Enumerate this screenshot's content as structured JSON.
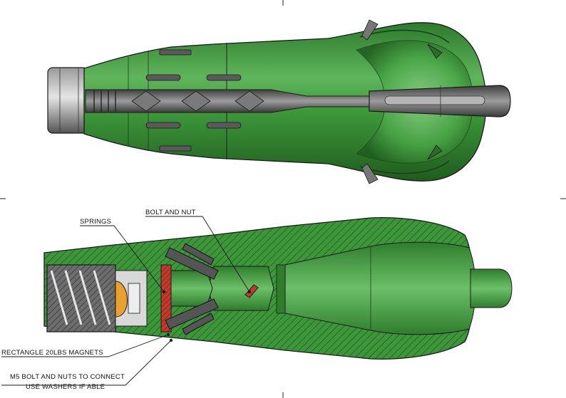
{
  "drawing": {
    "annotations": {
      "springs": "SPRINGS",
      "bolt_and_nut": "BOLT AND NUT",
      "magnets": "RECTANGLE 20LBS MAGNETS",
      "m5_line1": "M5 BOLT AND NUTS TO CONNECT",
      "m5_line2": "USE WASHERS IF ABLE"
    },
    "colors": {
      "body_green": "#3f9a3c",
      "body_green_dark": "#1f5c1e",
      "body_green_light": "#7cc47a",
      "steel": "#6c6c6c",
      "steel_light": "#bdbdbd",
      "section_red": "#c23a2c",
      "magnet_orange": "#e8a12e",
      "outline": "#1a1a1a"
    }
  }
}
